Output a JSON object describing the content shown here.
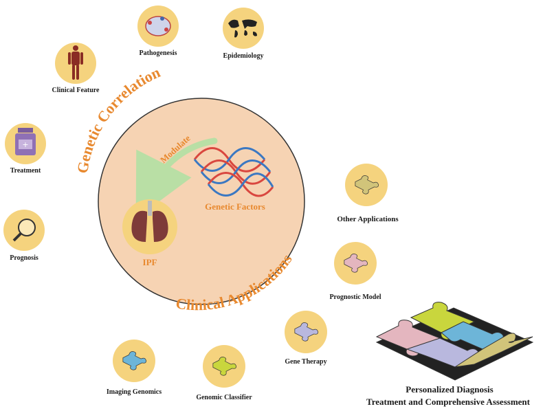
{
  "arc_titles": {
    "genetic_correlation": "Genetic Correlation",
    "clinical_applications": "Clinical Applications"
  },
  "center": {
    "modulate": "Modulate",
    "genetic_factors": "Genetic Factors",
    "ipf": "IPF"
  },
  "left_items": {
    "pathogenesis": "Pathogenesis",
    "epidemiology": "Epidemiology",
    "clinical_feature": "Clinical Feature",
    "treatment": "Treatment",
    "prognosis": "Prognosis"
  },
  "right_items": {
    "other_applications": "Other Applications",
    "prognostic_model": "Prognostic Model",
    "gene_therapy": "Gene Therapy",
    "genomic_classifier": "Genomic Classifier",
    "imaging_genomics": "Imaging Genomics"
  },
  "summary": {
    "line1": "Personalized Diagnosis",
    "line2": "Treatment and Comprehensive Assessment"
  },
  "colors": {
    "icon_circle": "#f5d37e",
    "center_circle": "#f6d3b3",
    "orange_text": "#e8892f",
    "arrow": "#b9dfa5",
    "dna_red": "#d9473f",
    "dna_blue": "#3b78c2",
    "lung": "#7e3b39",
    "puzzle_yellow_green": "#c9d63d",
    "puzzle_pink": "#e4b6bf",
    "puzzle_blue": "#6db5d8",
    "puzzle_lavender": "#b9b8de",
    "puzzle_khaki": "#d1c47a"
  }
}
